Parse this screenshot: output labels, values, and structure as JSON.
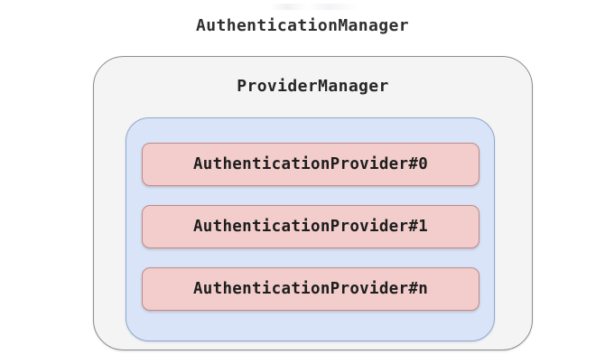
{
  "diagram": {
    "type": "nested-containers",
    "title": "AuthenticationManager",
    "background_color": "#ffffff",
    "outer": {
      "label": "ProviderManager",
      "fill_color": "#f4f4f5",
      "border_color": "#8c8c92"
    },
    "inner": {
      "fill_color": "#d9e4f8",
      "border_color": "#8fa9c9"
    },
    "providers": [
      {
        "label": "AuthenticationProvider#0"
      },
      {
        "label": "AuthenticationProvider#1"
      },
      {
        "label": "AuthenticationProvider#n"
      }
    ],
    "provider_style": {
      "fill_color": "#f2cdcb",
      "border_color": "#c08b88"
    }
  }
}
